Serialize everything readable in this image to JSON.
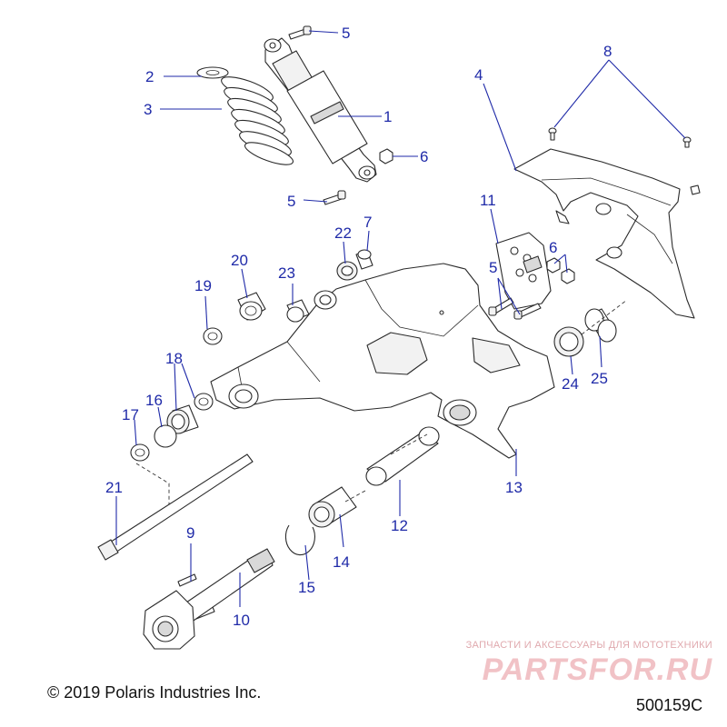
{
  "diagram": {
    "callouts": [
      {
        "id": "1",
        "label": "1"
      },
      {
        "id": "2",
        "label": "2"
      },
      {
        "id": "3",
        "label": "3"
      },
      {
        "id": "4",
        "label": "4"
      },
      {
        "id": "5a",
        "label": "5"
      },
      {
        "id": "5b",
        "label": "5"
      },
      {
        "id": "5c",
        "label": "5"
      },
      {
        "id": "6a",
        "label": "6"
      },
      {
        "id": "6b",
        "label": "6"
      },
      {
        "id": "7",
        "label": "7"
      },
      {
        "id": "8",
        "label": "8"
      },
      {
        "id": "9",
        "label": "9"
      },
      {
        "id": "10",
        "label": "10"
      },
      {
        "id": "11",
        "label": "11"
      },
      {
        "id": "12",
        "label": "12"
      },
      {
        "id": "13",
        "label": "13"
      },
      {
        "id": "14",
        "label": "14"
      },
      {
        "id": "15",
        "label": "15"
      },
      {
        "id": "16",
        "label": "16"
      },
      {
        "id": "17",
        "label": "17"
      },
      {
        "id": "18",
        "label": "18"
      },
      {
        "id": "19",
        "label": "19"
      },
      {
        "id": "20",
        "label": "20"
      },
      {
        "id": "21",
        "label": "21"
      },
      {
        "id": "22",
        "label": "22"
      },
      {
        "id": "23",
        "label": "23"
      },
      {
        "id": "24",
        "label": "24"
      },
      {
        "id": "25",
        "label": "25"
      }
    ],
    "callout_color": "#1f2aa8",
    "line_color": "#2a2a2a"
  },
  "footer": {
    "copyright": "© 2019 Polaris Industries Inc.",
    "drawing_number": "500159C"
  },
  "watermark": {
    "tagline": "ЗАПЧАСТИ И АКСЕССУАРЫ ДЛЯ МОТОТЕХНИКИ",
    "brand": "PARTSFOR.RU",
    "color": "#f1c2c6"
  }
}
